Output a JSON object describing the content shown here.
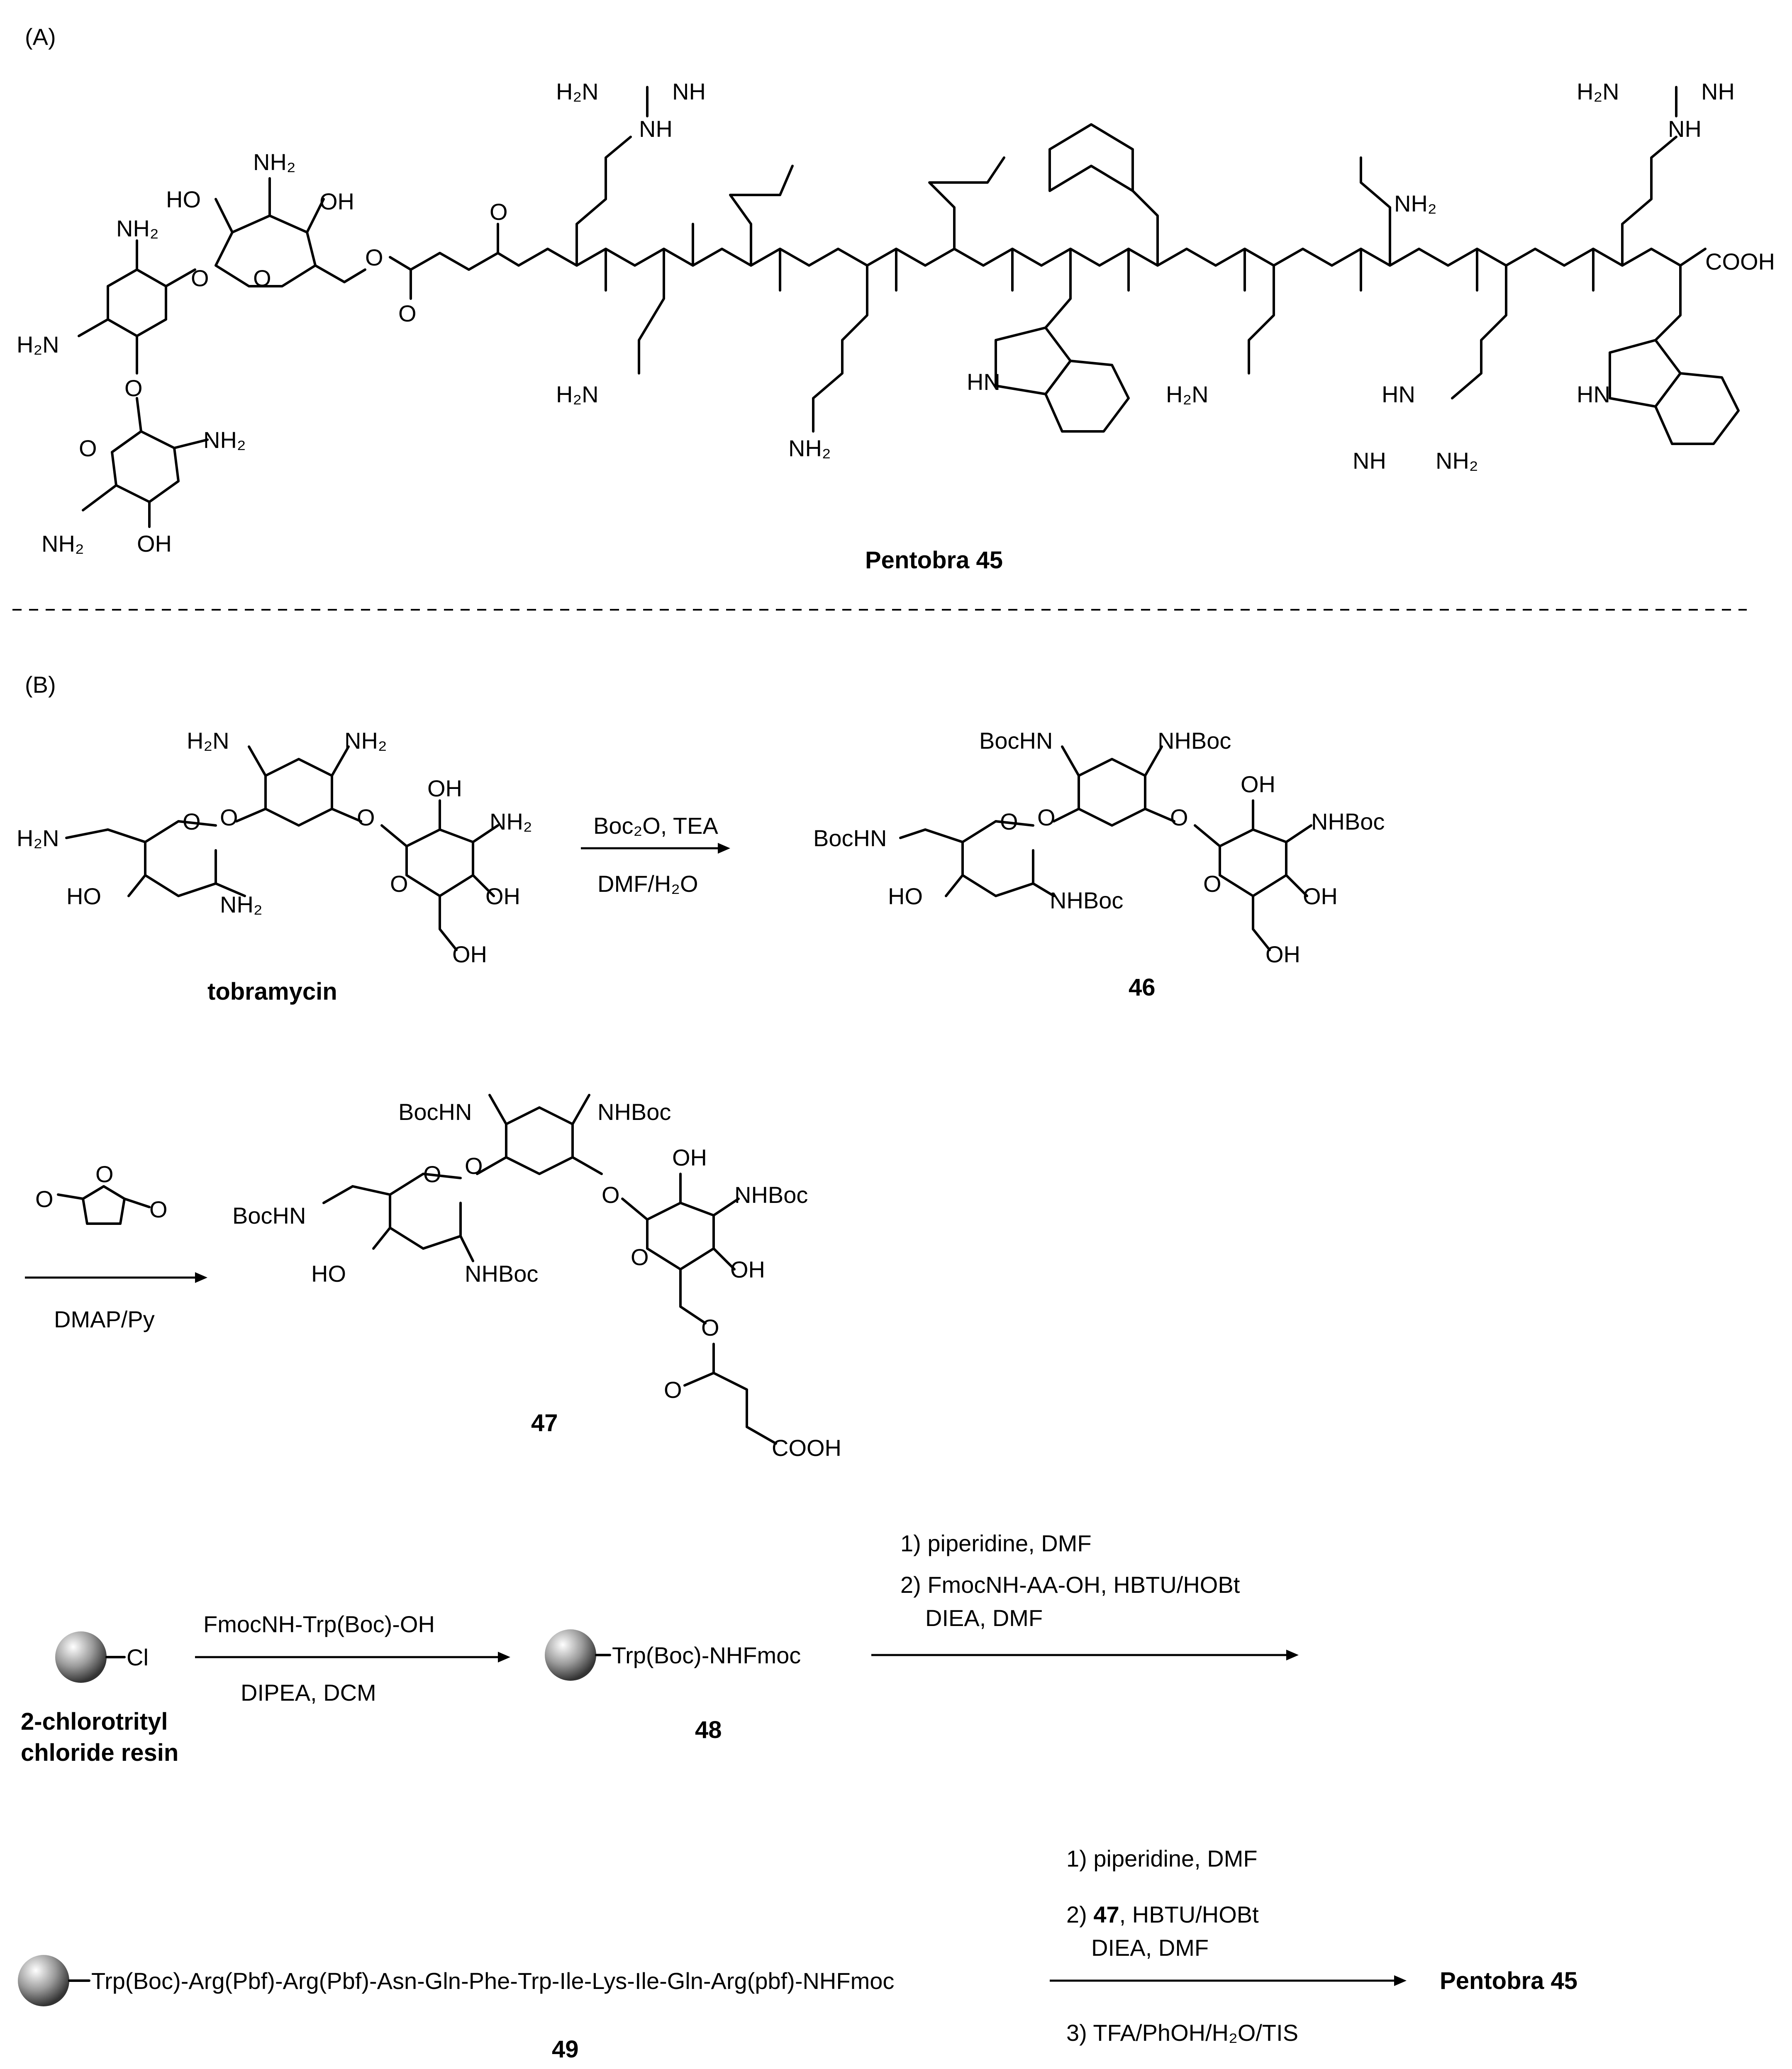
{
  "panelA": {
    "label": "(A)",
    "compound": "Pentobra 45",
    "atoms": {
      "h2n_guan1": "H₂N",
      "nh_guan1": "NH",
      "nh_guan1b": "NH",
      "h2n_guan2": "H₂N",
      "nh_guan2": "NH",
      "nh_guan2b": "NH",
      "ho1": "HO",
      "nh2_top": "NH₂",
      "oh1": "OH",
      "nh2_left": "NH₂",
      "h2n_left": "H₂N",
      "o_link": "O",
      "o_ring": "O",
      "o_ring2": "O",
      "o_ester": "O",
      "o_carb": "O",
      "nh2_sugar": "NH₂",
      "nh2_bottom": "NH₂",
      "oh_bottom": "OH",
      "h2n_gln1": "H₂N",
      "nh2_lys": "NH₂",
      "hn_trp1": "HN",
      "h2n_gln2": "H₂N",
      "nh2_asn": "NH₂",
      "hn_arg": "HN",
      "nh2_arg": "NH₂",
      "hn_trp2": "HN",
      "cooh": "COOH"
    }
  },
  "panelB": {
    "label": "(B)",
    "tobramycin": "tobramycin",
    "c46": "46",
    "c47": "47",
    "c48": "48",
    "c49": "49",
    "reagent1_top": "Boc₂O, TEA",
    "reagent1_bottom": "DMF/H₂O",
    "reagent2": "DMAP/Py",
    "resin_label_1": "2-chlorotrityl",
    "resin_label_2": "chloride resin",
    "cl": "Cl",
    "reagent3_top": "FmocNH-Trp(Boc)-OH",
    "reagent3_bottom": "DIPEA, DCM",
    "resin48": "Trp(Boc)-NHFmoc",
    "step_a1": "1) piperidine, DMF",
    "step_a2": "2) FmocNH-AA-OH, HBTU/HOBt",
    "step_a3": "DIEA, DMF",
    "resin49": "Trp(Boc)-Arg(Pbf)-Arg(Pbf)-Asn-Gln-Phe-Trp-Ile-Lys-Ile-Gln-Arg(pbf)-NHFmoc",
    "step_b1": "1) piperidine, DMF",
    "step_b2_pre": "2) ",
    "step_b2_bold": "47",
    "step_b2_post": ", HBTU/HOBt",
    "step_b3": "DIEA, DMF",
    "step_b4": "3) TFA/PhOH/H₂O/TIS",
    "product": "Pentobra 45",
    "tobra_atoms": {
      "h2n_a": "H₂N",
      "nh2_a": "NH₂",
      "h2n_b": "H₂N",
      "o_a": "O",
      "o_b": "O",
      "o_c": "O",
      "o_d": "O",
      "ho_a": "HO",
      "nh2_b": "NH₂",
      "oh_a": "OH",
      "nh2_c": "NH₂",
      "oh_b": "OH",
      "oh_c": "OH"
    },
    "boc_atoms": {
      "bochn_a": "BocHN",
      "nhboc_a": "NHBoc",
      "bochn_b": "BocHN",
      "nhboc_b": "NHBoc",
      "nhboc_c": "NHBoc",
      "ho": "HO",
      "oh_a": "OH",
      "oh_b": "OH",
      "oh_c": "OH",
      "o_a": "O",
      "o_b": "O",
      "o_c": "O",
      "o_d": "O"
    },
    "anh_atoms": {
      "o1": "O",
      "o2": "O",
      "o3": "O"
    },
    "c47_atoms": {
      "o_ester": "O",
      "o_carb": "O",
      "cooh": "COOH"
    }
  }
}
